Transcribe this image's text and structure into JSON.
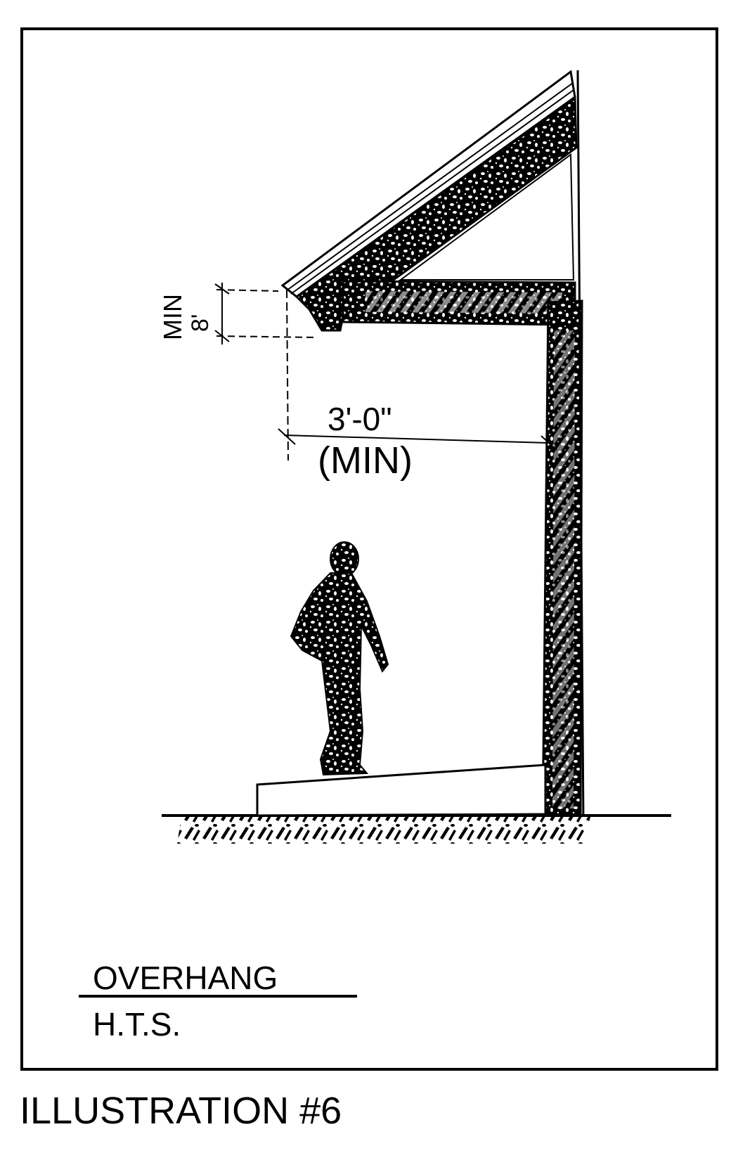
{
  "detail": {
    "title": "OVERHANG",
    "scale_note": "H.T.S."
  },
  "caption": "ILLUSTRATION #6",
  "dimensions": {
    "overhang_width_value": "3'-0\"",
    "overhang_width_qualifier": "(MIN)",
    "clear_height_value": "8'",
    "clear_height_qualifier": "MIN"
  },
  "colors": {
    "ink": "#000000",
    "paper": "#ffffff"
  }
}
